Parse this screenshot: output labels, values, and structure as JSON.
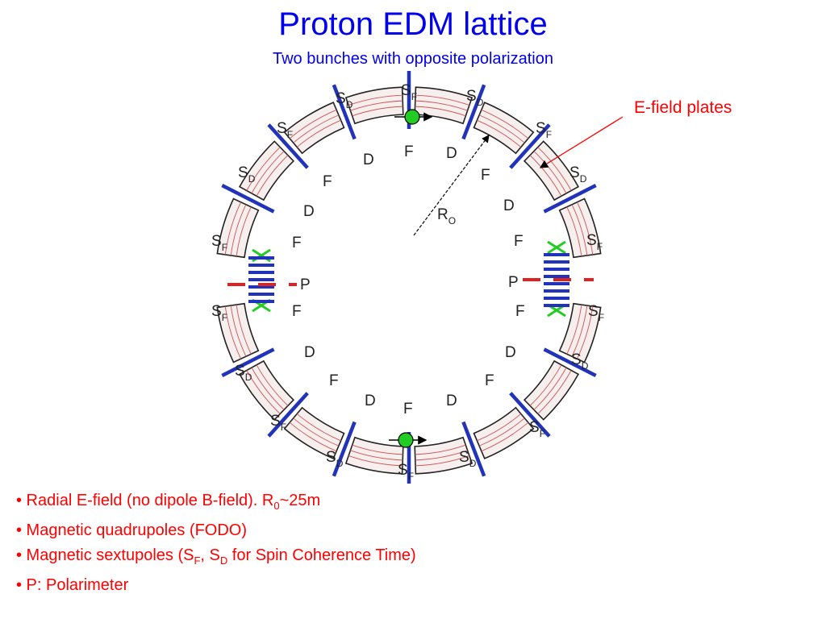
{
  "title": "Proton EDM lattice",
  "subtitle": "Two bunches with opposite polarization",
  "efield_label": "E-field plates",
  "radius_label": "R",
  "radius_label_sub": "O",
  "colors": {
    "title": "#0000ee",
    "bullets": "#ff0000",
    "quadrupole": "#2233bb",
    "polarimeter": "#dd2222",
    "bunch": "#22cc22",
    "plate_line": "#cc5555"
  },
  "bullets": [
    {
      "parts": [
        "• Radial E-field (no dipole B-field). R",
        "0",
        "~25m"
      ]
    },
    {
      "parts": [
        "• Magnetic quadrupoles (FODO)"
      ]
    },
    {
      "parts": [
        "• Magnetic sextupoles (S",
        "F",
        ", S",
        "D",
        " for Spin Coherence Time)"
      ]
    },
    {
      "parts": [
        "• P: Polarimeter"
      ]
    }
  ],
  "labels": [
    {
      "main": "S",
      "sub": "F"
    },
    {
      "main": "F",
      "sub": ""
    },
    {
      "main": "S",
      "sub": "D"
    },
    {
      "main": "D",
      "sub": ""
    },
    {
      "main": "S",
      "sub": "F"
    },
    {
      "main": "F",
      "sub": ""
    },
    {
      "main": "S",
      "sub": "D"
    },
    {
      "main": "D",
      "sub": ""
    },
    {
      "main": "S",
      "sub": "F"
    },
    {
      "main": "F",
      "sub": ""
    },
    {
      "main": "P",
      "sub": ""
    },
    {
      "main": "S",
      "sub": "F"
    },
    {
      "main": "F",
      "sub": ""
    },
    {
      "main": "D",
      "sub": ""
    },
    {
      "main": "S",
      "sub": "D"
    },
    {
      "main": "F",
      "sub": ""
    },
    {
      "main": "S",
      "sub": "F"
    },
    {
      "main": "D",
      "sub": ""
    },
    {
      "main": "S",
      "sub": "D"
    },
    {
      "main": "F",
      "sub": ""
    },
    {
      "main": "S",
      "sub": "F"
    },
    {
      "main": "D",
      "sub": ""
    },
    {
      "main": "S",
      "sub": "D"
    },
    {
      "main": "F",
      "sub": ""
    },
    {
      "main": "S",
      "sub": "F"
    },
    {
      "main": "D",
      "sub": ""
    },
    {
      "main": "S",
      "sub": "D"
    },
    {
      "main": "F",
      "sub": ""
    },
    {
      "main": "S",
      "sub": "F"
    },
    {
      "main": "P",
      "sub": ""
    },
    {
      "main": "F",
      "sub": ""
    },
    {
      "main": "S",
      "sub": "F"
    },
    {
      "main": "D",
      "sub": ""
    },
    {
      "main": "S",
      "sub": "D"
    },
    {
      "main": "F",
      "sub": ""
    },
    {
      "main": "S",
      "sub": "F"
    },
    {
      "main": "D",
      "sub": ""
    },
    {
      "main": "S",
      "sub": "D"
    }
  ]
}
